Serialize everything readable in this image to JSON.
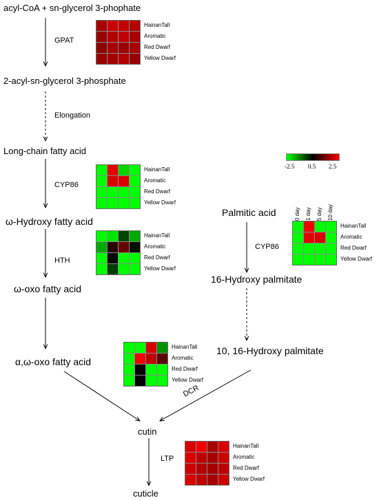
{
  "nodes": {
    "acyl_coa": "acyl-CoA + sn-glycerol 3-phophate",
    "acyl_glycerol": "2-acyl-sn-glycerol 3-phosphate",
    "long_chain": "Long-chain fatty acid",
    "omega_hydroxy": "ω-Hydroxy fatty acid",
    "omega_oxo": "ω-oxo fatty acid",
    "alpha_omega_oxo": "α,ω-oxo fatty acid",
    "palmitic": "Palmitic acid",
    "hydroxy_palmitate_16": "16-Hydroxy palmitate",
    "dihydroxy_palmitate": "10, 16-Hydroxy palmitate",
    "cutin": "cutin",
    "cuticle": "cuticle"
  },
  "enzymes": {
    "gpat": "GPAT",
    "elongation": "Elongation",
    "cyp86_left": "CYP86",
    "hth": "HTH",
    "cyp86_right": "CYP86",
    "dcr": "DCR",
    "ltp": "LTP"
  },
  "chart_data": {
    "type": "heatmap",
    "rows": [
      "HainanTall",
      "Aromatic",
      "Red Dwarf",
      "Yellow Dwarf"
    ],
    "columns": [
      "0 day",
      "1 day",
      "5 day",
      "10 day"
    ],
    "color_scale": {
      "min": -2.5,
      "mid": 0.5,
      "max": 2.5,
      "low_color": "#00ff00",
      "mid_color": "#000000",
      "high_color": "#ff0000"
    },
    "legend_ticks": [
      "-2.5",
      "0.5",
      "2.5"
    ],
    "heatmaps": [
      {
        "id": "gpat",
        "values": [
          [
            1.8,
            2.1,
            2.0,
            1.9
          ],
          [
            1.7,
            1.9,
            2.0,
            1.8
          ],
          [
            1.6,
            1.8,
            1.7,
            1.8
          ],
          [
            1.7,
            1.8,
            1.9,
            1.7
          ]
        ]
      },
      {
        "id": "cyp86_left",
        "values": [
          [
            -2.5,
            2.3,
            -2.0,
            -2.5
          ],
          [
            -2.5,
            2.2,
            2.2,
            -2.5
          ],
          [
            -2.5,
            -2.5,
            -2.5,
            -2.5
          ],
          [
            -2.5,
            -2.5,
            -2.5,
            -2.5
          ]
        ]
      },
      {
        "id": "hth",
        "values": [
          [
            -2.5,
            -2.2,
            -0.3,
            -1.5
          ],
          [
            -1.5,
            0.8,
            1.3,
            0.3
          ],
          [
            -2.5,
            0.4,
            -2.5,
            -2.5
          ],
          [
            -2.5,
            -0.2,
            -2.5,
            -2.5
          ]
        ]
      },
      {
        "id": "alpha_omega_oxo",
        "values": [
          [
            -2.5,
            -2.5,
            2.2,
            -1.2
          ],
          [
            -2.5,
            2.4,
            2.0,
            1.2
          ],
          [
            -2.5,
            0.5,
            -2.5,
            -2.5
          ],
          [
            -2.5,
            0.5,
            -2.5,
            -2.5
          ]
        ]
      },
      {
        "id": "cyp86_right",
        "values": [
          [
            -2.5,
            2.4,
            -2.5,
            -2.5
          ],
          [
            -2.5,
            2.3,
            2.2,
            -2.5
          ],
          [
            -2.5,
            -2.5,
            -2.5,
            -2.5
          ],
          [
            -2.5,
            -2.5,
            -2.5,
            -2.5
          ]
        ]
      },
      {
        "id": "ltp",
        "values": [
          [
            2.2,
            2.4,
            1.8,
            2.2
          ],
          [
            2.2,
            2.0,
            1.8,
            2.1
          ],
          [
            2.1,
            1.9,
            1.8,
            2.0
          ],
          [
            2.2,
            2.0,
            1.8,
            2.1
          ]
        ]
      }
    ]
  }
}
